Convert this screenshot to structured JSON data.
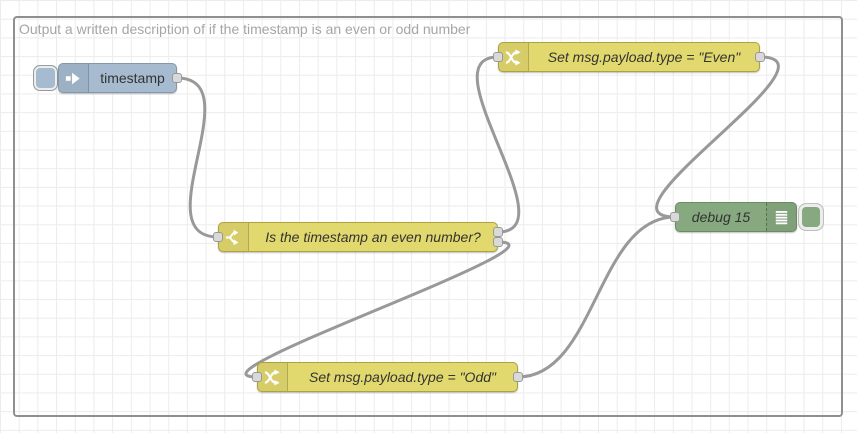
{
  "group": {
    "label": "Output a written description of if the timestamp is an even or odd number",
    "label_color": "#a6a6a6",
    "border_color": "#8f8f8f"
  },
  "nodes": {
    "inject": {
      "type": "inject",
      "label": "timestamp",
      "color": "#a6bbcf",
      "border_color": "#8398ab",
      "icon": "inject-arrow-icon"
    },
    "switch": {
      "type": "switch",
      "label": "Is the timestamp an even number?",
      "color": "#e2d96e",
      "border_color": "#aca23e",
      "icon": "switch-fork-icon",
      "outputs": 2
    },
    "change_even": {
      "type": "change",
      "label": "Set msg.payload.type = \"Even\"",
      "color": "#e2d96e",
      "border_color": "#aca23e",
      "icon": "change-shuffle-icon"
    },
    "change_odd": {
      "type": "change",
      "label": "Set msg.payload.type = \"Odd\"",
      "color": "#e2d96e",
      "border_color": "#aca23e",
      "icon": "change-shuffle-icon"
    },
    "debug": {
      "type": "debug",
      "label": "debug 15",
      "color": "#87a980",
      "border_color": "#6e8a62",
      "icon": "debug-list-icon"
    }
  },
  "wires": {
    "color": "#999999"
  },
  "ports": {
    "color": "#d9d9d9"
  }
}
